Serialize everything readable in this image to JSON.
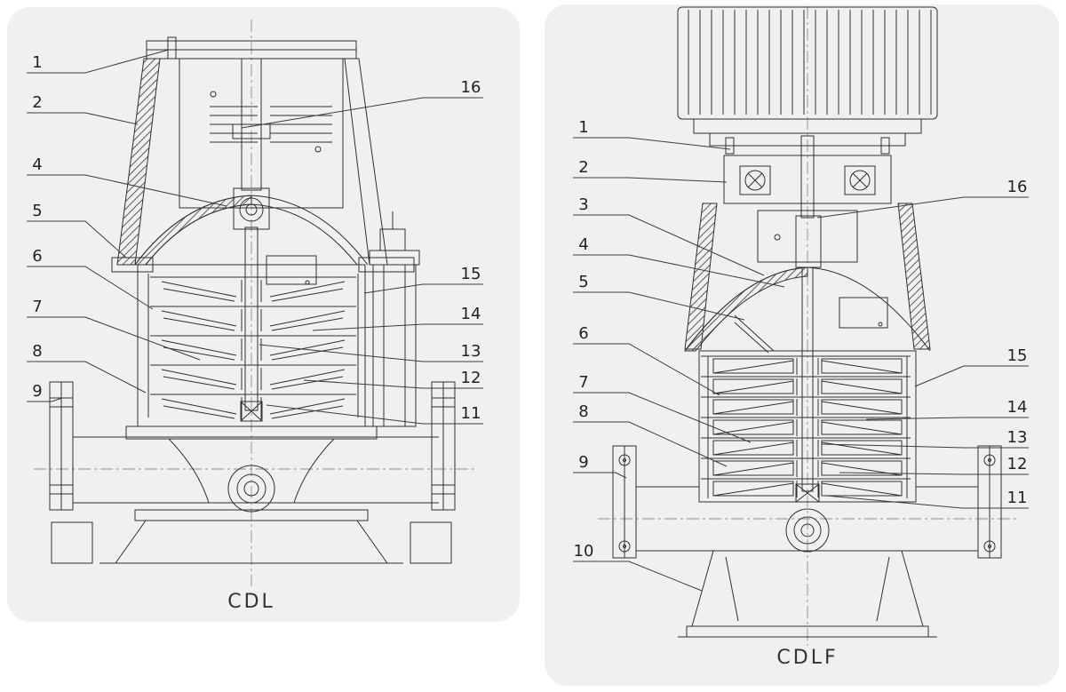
{
  "page": {
    "background": "#ffffff",
    "panel_color": "#f0f0ee",
    "line_color": "#2f2f2f"
  },
  "figures": {
    "cdl": {
      "caption": "CDL",
      "left_callouts": [
        "1",
        "2",
        "4",
        "5",
        "6",
        "7",
        "8",
        "9"
      ],
      "right_callouts": [
        "16",
        "15",
        "14",
        "13",
        "12",
        "11"
      ]
    },
    "cdlf": {
      "caption": "CDLF",
      "left_callouts": [
        "1",
        "2",
        "3",
        "4",
        "5",
        "6",
        "7",
        "8",
        "9",
        "10"
      ],
      "right_callouts": [
        "16",
        "15",
        "14",
        "13",
        "12",
        "11"
      ]
    }
  }
}
